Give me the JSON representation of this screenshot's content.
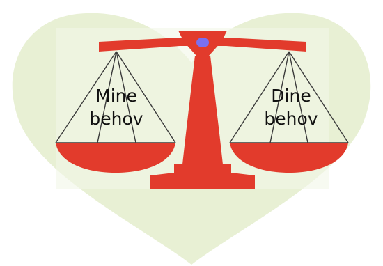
{
  "illustration": {
    "heart_color": "#e8f0d4",
    "scale_color": "#e23b2c",
    "pivot_color": "#7b6ff0",
    "string_color": "#3a3a3a"
  },
  "left_pan": {
    "line1": "Mine",
    "line2": "behov"
  },
  "right_pan": {
    "line1": "Dine",
    "line2": "behov"
  }
}
